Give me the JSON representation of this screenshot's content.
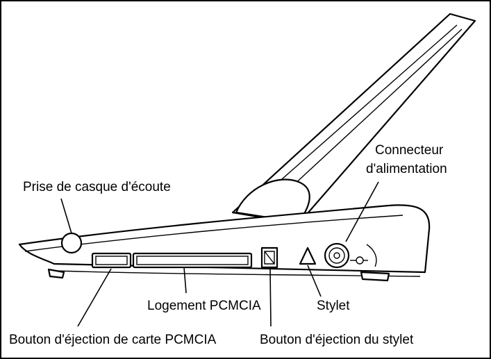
{
  "labels": {
    "headphone_jack": "Prise de casque d'écoute",
    "power_connector_line1": "Connecteur",
    "power_connector_line2": "d'alimentation",
    "pcmcia_slot": "Logement PCMCIA",
    "stylus": "Stylet",
    "pcmcia_eject": "Bouton d'éjection de carte PCMCIA",
    "stylus_eject": "Bouton d'éjection du stylet"
  }
}
